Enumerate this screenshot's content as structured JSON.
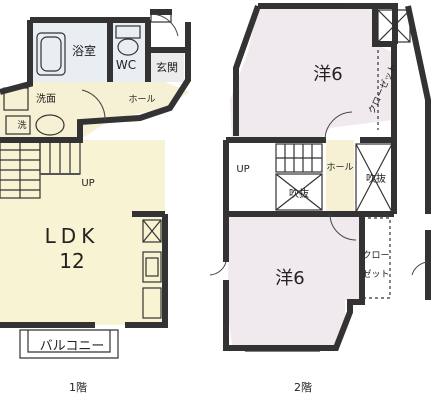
{
  "floor1": {
    "label": "1階",
    "rooms": {
      "bath": "浴室",
      "wc": "WC",
      "entrance": "玄関",
      "washroom": "洗面",
      "wash": "洗",
      "hall": "ホール",
      "up": "UP",
      "ldk_name": "LDK",
      "ldk_size": "12",
      "balcony": "バルコニー"
    }
  },
  "floor2": {
    "label": "2階",
    "rooms": {
      "western_top": "洋6",
      "closet_top": "クローゼット",
      "up": "UP",
      "hall": "ホール",
      "void_left": "吹抜",
      "void_right": "吹抜",
      "western_bottom": "洋6",
      "closet_bottom_1": "クロー",
      "closet_bottom_2": "ゼット"
    }
  },
  "colors": {
    "ldk_floor": "#f8f3d2",
    "bedroom_floor": "#f0e9ee",
    "wet_floor": "#e8eef2",
    "hall_floor": "#f6f1d4",
    "wall": "#333333"
  }
}
